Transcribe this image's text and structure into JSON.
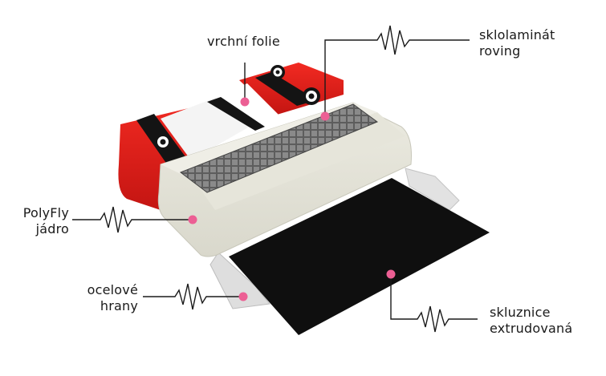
{
  "labels": {
    "top_foil": "vrchní folie",
    "fiberglass_line1": "sklolaminát",
    "fiberglass_line2": "roving",
    "core_line1": "PolyFly",
    "core_line2": "jádro",
    "edges_line1": "ocelové",
    "edges_line2": "hrany",
    "base_line1": "skluznice",
    "base_line2": "extrudovaná"
  },
  "colors": {
    "marker": "#ec5f94",
    "leader": "#1a1a1a",
    "topsheet_red": "#e8201b",
    "topsheet_black": "#141414",
    "core": "#e6e5d9",
    "fiberglass": "#7a7a7a",
    "base": "#111111",
    "steel": "#dcdcdc"
  }
}
